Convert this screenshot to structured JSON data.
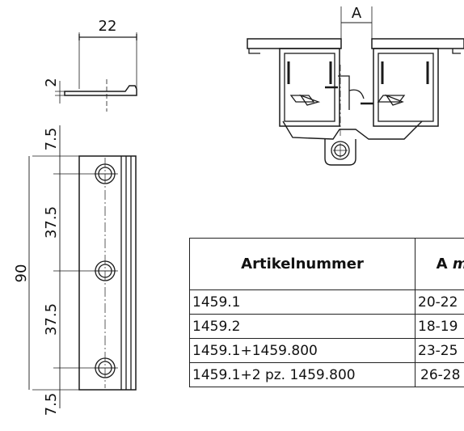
{
  "top_view": {
    "width_label": "22",
    "thickness_label": "2"
  },
  "side_view": {
    "total_height_label": "90",
    "segments": [
      {
        "name": "top-margin",
        "label": "7.5"
      },
      {
        "name": "upper-pitch",
        "label": "37.5"
      },
      {
        "name": "lower-pitch",
        "label": "37.5"
      },
      {
        "name": "bottom-margin",
        "label": "7.5"
      }
    ]
  },
  "section_view": {
    "gap_label": "A"
  },
  "table": {
    "headers": {
      "article": "Artikelnummer",
      "a_prefix": "A ",
      "a_unit": "mm"
    },
    "rows": [
      {
        "article": "1459.1",
        "range": "20-22"
      },
      {
        "article": "1459.2",
        "range": "18-19"
      },
      {
        "article": "1459.1+1459.800",
        "range": "23-25"
      },
      {
        "article": "1459.1+2 pz. 1459.800",
        "range": "26-28"
      }
    ]
  },
  "colors": {
    "line": "#1a1a1a",
    "accent": "#333333",
    "background": "#ffffff"
  }
}
